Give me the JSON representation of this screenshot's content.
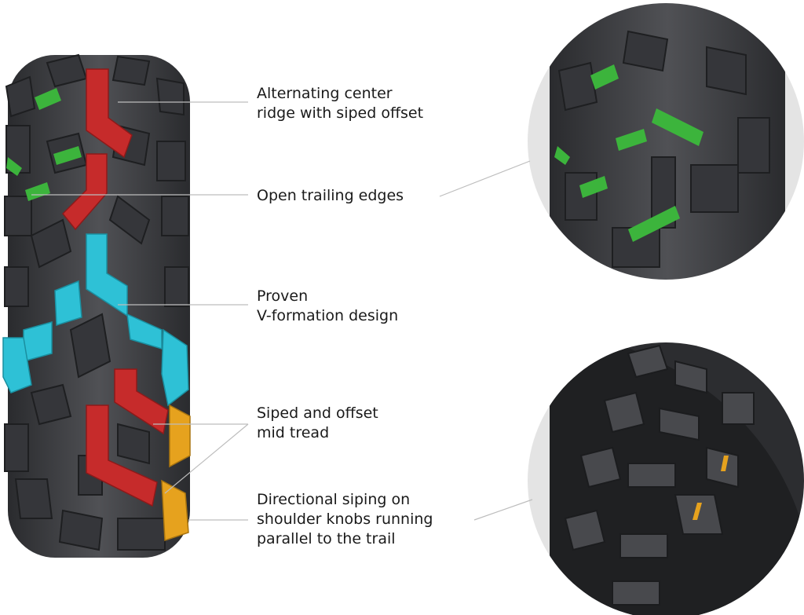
{
  "callouts": [
    {
      "id": "center-ridge",
      "lines": [
        "Alternating center",
        "ridge with siped offset"
      ]
    },
    {
      "id": "trailing-edges",
      "lines": [
        "Open trailing edges"
      ]
    },
    {
      "id": "v-formation",
      "lines": [
        "Proven",
        "V-formation design"
      ]
    },
    {
      "id": "mid-tread",
      "lines": [
        "Siped and offset",
        "mid tread"
      ]
    },
    {
      "id": "shoulder-siping",
      "lines": [
        "Directional siping on",
        "shoulder knobs running",
        "parallel to the trail"
      ]
    }
  ],
  "colors": {
    "background": "#ffffff",
    "tire": "#3d3e41",
    "tire_dark": "#262729",
    "knob": "#4a4b4f",
    "center_ridge": "#c62b2b",
    "trailing_edges": "#3cb43c",
    "v_formation": "#2ec1d6",
    "shoulder_siping": "#e6a21e",
    "leader_line": "#bdbdbd",
    "circle_bg": "#e4e4e4"
  }
}
